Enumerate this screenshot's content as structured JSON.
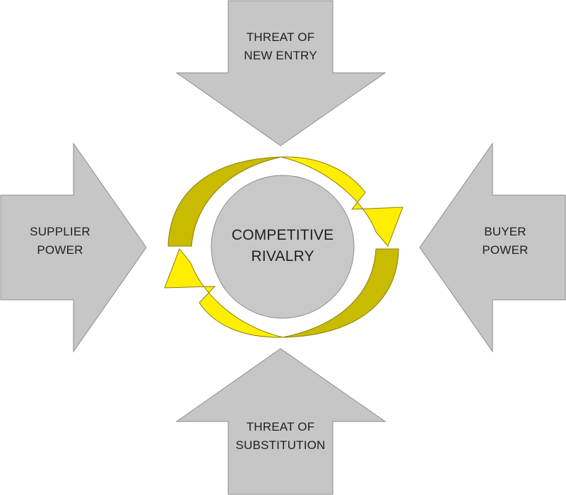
{
  "diagram": {
    "center": {
      "line1": "COMPETITIVE",
      "line2": "RIVALRY"
    },
    "top": {
      "line1": "THREAT OF",
      "line2": "NEW ENTRY"
    },
    "left": {
      "line1": "SUPPLIER",
      "line2": "POWER"
    },
    "right": {
      "line1": "BUYER",
      "line2": "POWER"
    },
    "bottom": {
      "line1": "THREAT OF",
      "line2": "SUBSTITUTION"
    }
  },
  "colors": {
    "arrow_fill": "#c6c6c6",
    "arrow_stroke": "#8c8c8c",
    "circle_fill": "#c8c8c8",
    "cycle_light": "#ffee00",
    "cycle_dark": "#c8bb00",
    "cycle_stroke": "#8a7f00"
  }
}
